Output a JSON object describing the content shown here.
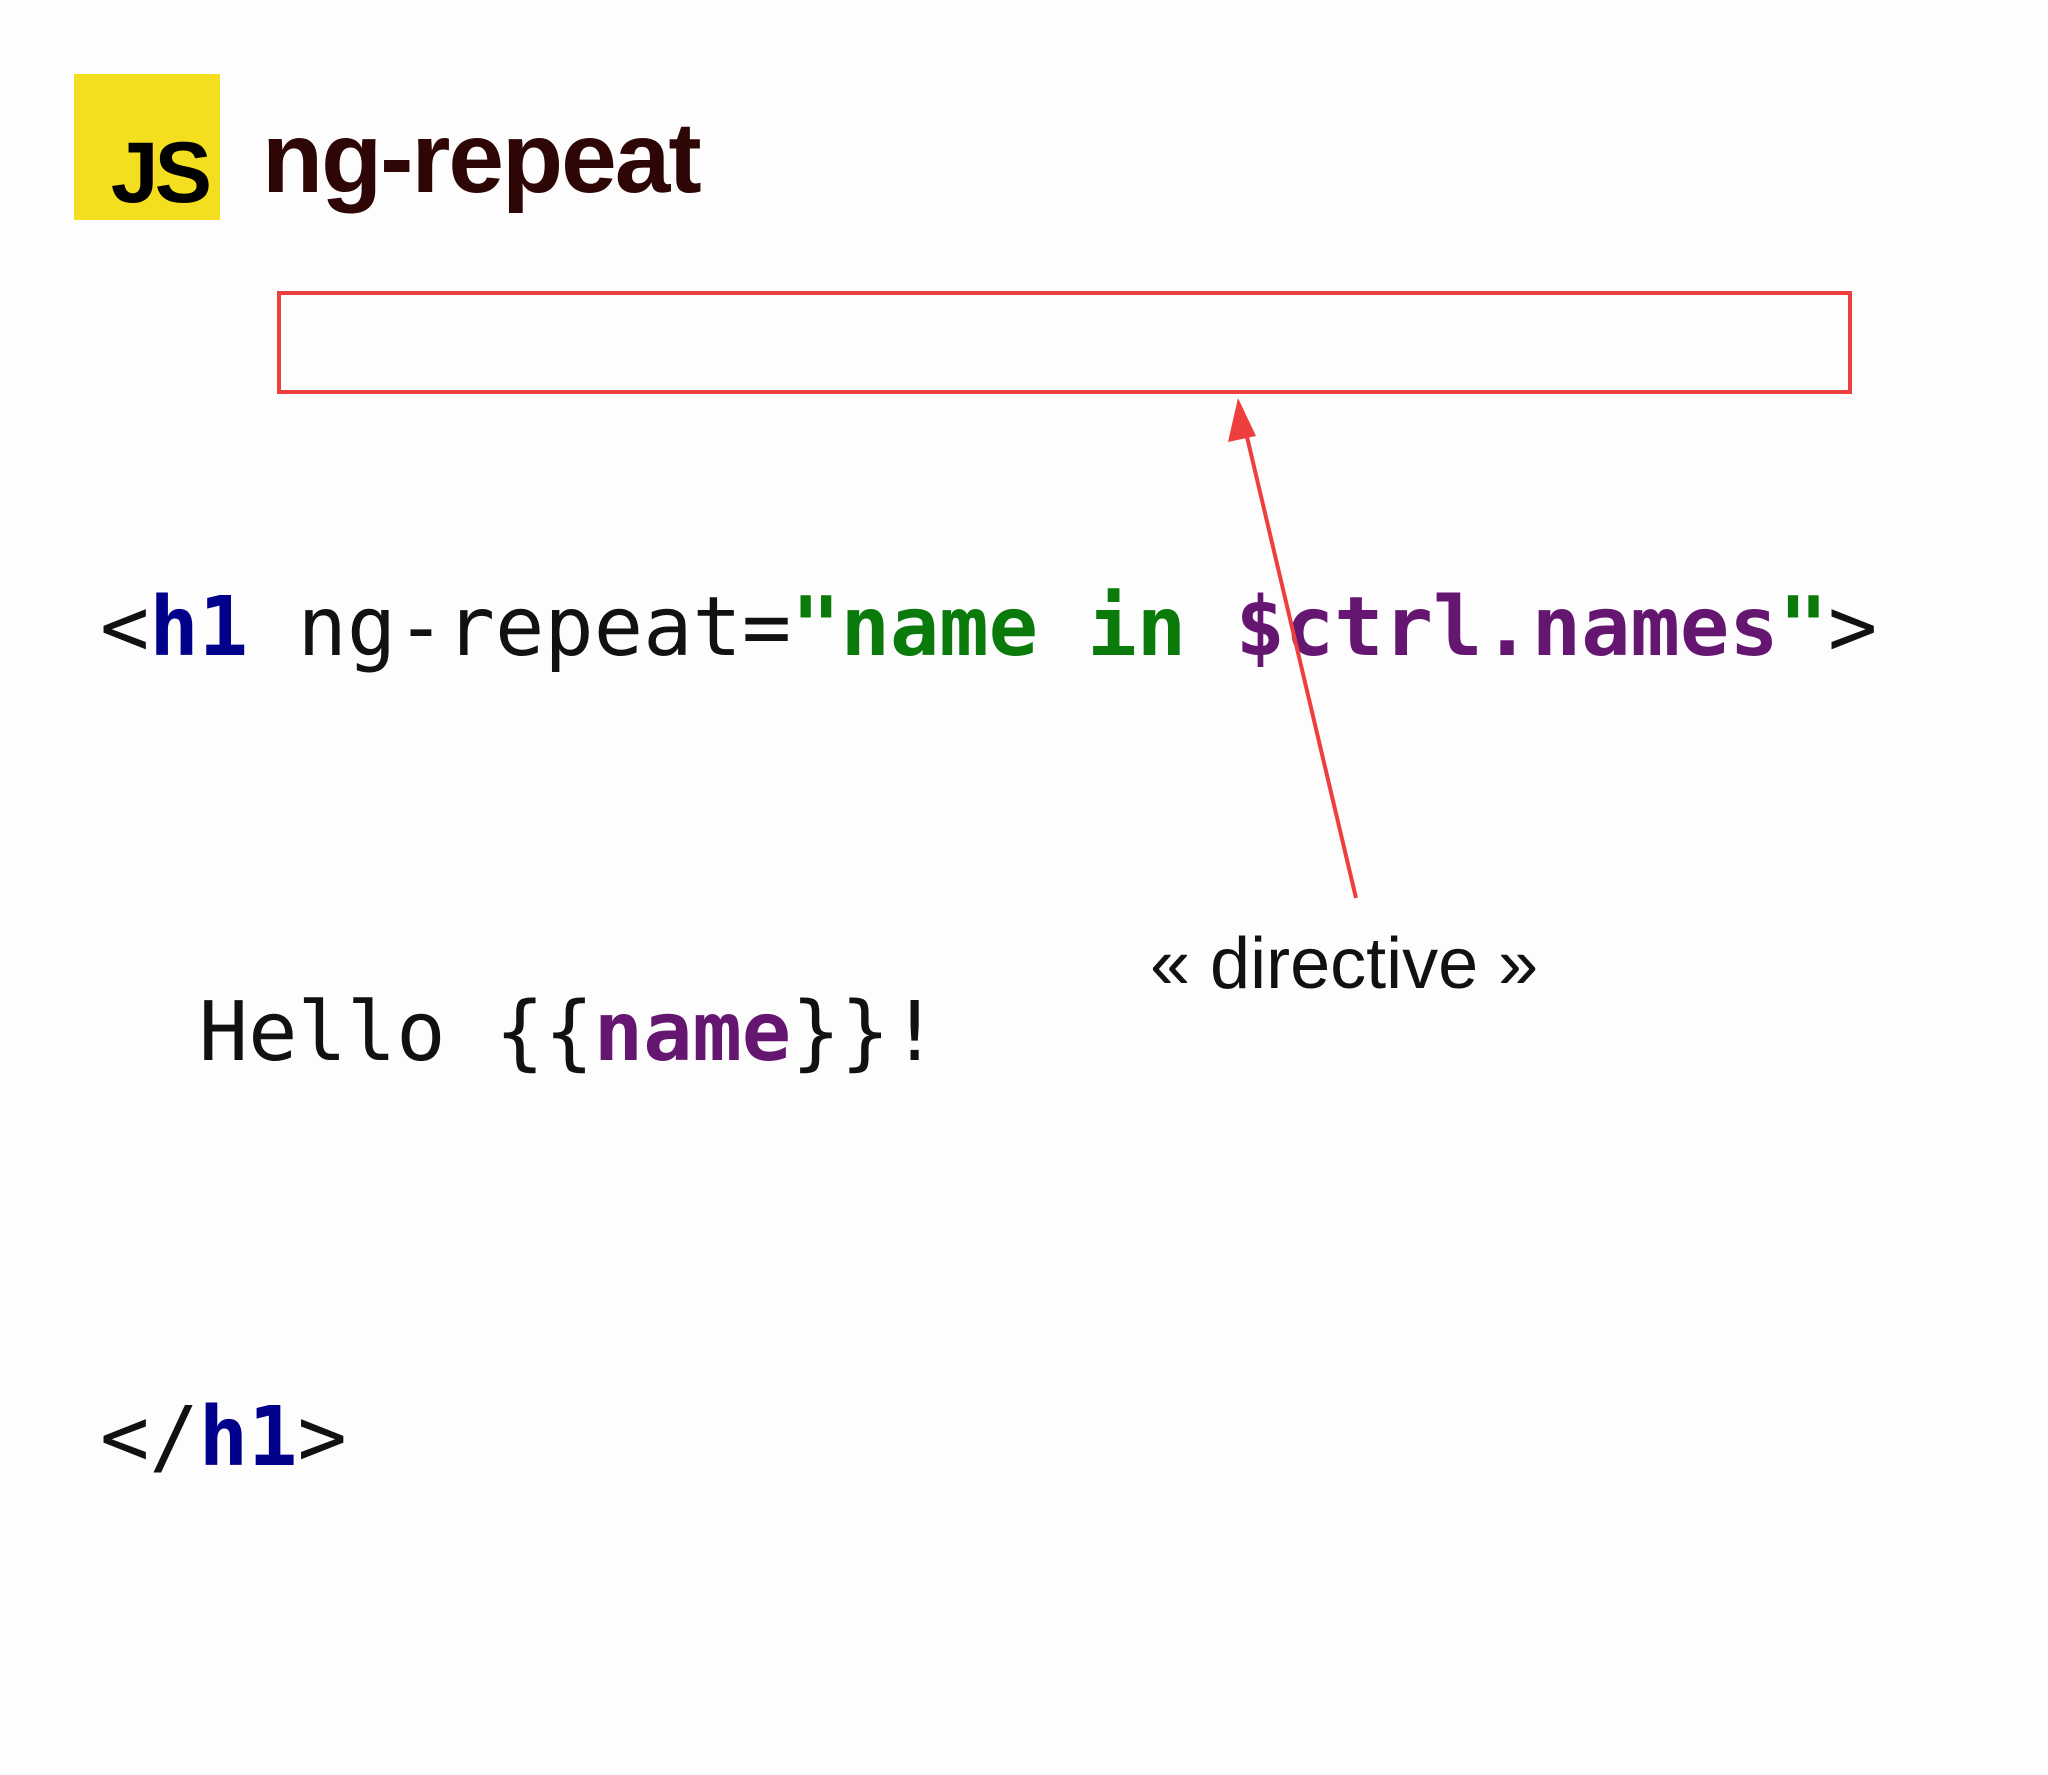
{
  "logo": {
    "text": "JS",
    "color": "#f3df1f"
  },
  "title": "ng-repeat",
  "code": {
    "line1": {
      "open": "<",
      "tag": "h1",
      "space": " ",
      "attr": "ng-repeat=",
      "quote_open": "\"",
      "expr_a": "name in ",
      "expr_b": "$ctrl.names",
      "quote_close": "\"",
      "close": ">"
    },
    "line2": {
      "indent": "  ",
      "text": "Hello {{",
      "var": "name",
      "end": "}}!"
    },
    "line3": {
      "open": "</",
      "tag": "h1",
      "close": ">"
    }
  },
  "annotation": {
    "label": "« directive »",
    "color": "#ee3f3f"
  },
  "colors": {
    "tag": "#00008b",
    "string": "#0a7a0a",
    "variable": "#651670",
    "title": "#2e0606"
  }
}
